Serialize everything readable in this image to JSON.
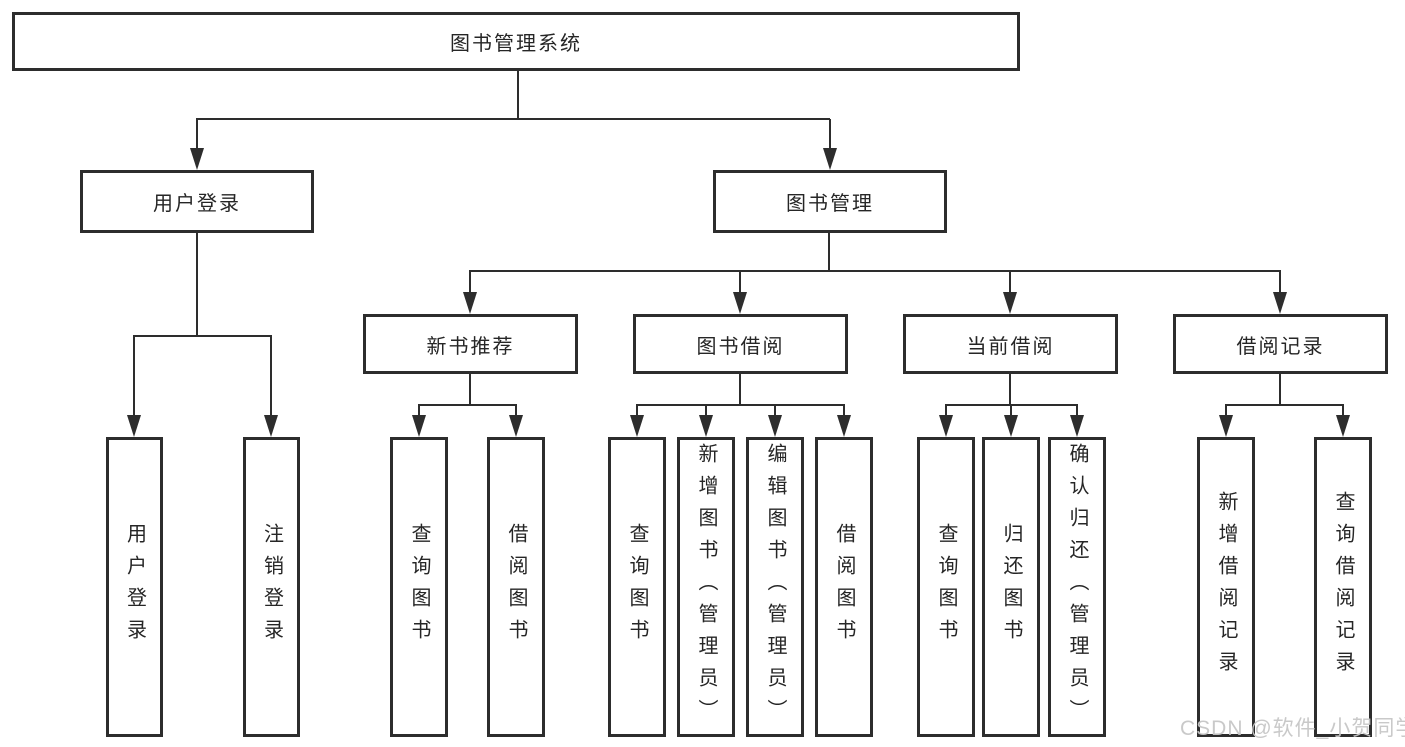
{
  "tree": {
    "root": {
      "label": "图书管理系统"
    },
    "level2": [
      {
        "id": "user-login",
        "label": "用户登录"
      },
      {
        "id": "book-mgmt",
        "label": "图书管理"
      }
    ],
    "level3": [
      {
        "id": "new-book",
        "label": "新书推荐"
      },
      {
        "id": "book-borrow",
        "label": "图书借阅"
      },
      {
        "id": "current-borrow",
        "label": "当前借阅"
      },
      {
        "id": "borrow-record",
        "label": "借阅记录"
      }
    ],
    "leaves": {
      "user_login": [
        {
          "label": "用户登录"
        },
        {
          "label": "注销登录"
        }
      ],
      "new_book": [
        {
          "label": "查询图书"
        },
        {
          "label": "借阅图书"
        }
      ],
      "book_borrow": [
        {
          "label": "查询图书"
        },
        {
          "label": "新增图书（管理员）"
        },
        {
          "label": "编辑图书（管理员）"
        },
        {
          "label": "借阅图书"
        }
      ],
      "current_borrow": [
        {
          "label": "查询图书"
        },
        {
          "label": "归还图书"
        },
        {
          "label": "确认归还（管理员）"
        }
      ],
      "borrow_record": [
        {
          "label": "新增借阅记录"
        },
        {
          "label": "查询借阅记录"
        }
      ]
    }
  },
  "watermark": "CSDN @软件_小贺同学",
  "colors": {
    "line": "#2d2d2d",
    "background": "#ffffff",
    "text": "#262626",
    "watermark": "#c6c6c6"
  }
}
